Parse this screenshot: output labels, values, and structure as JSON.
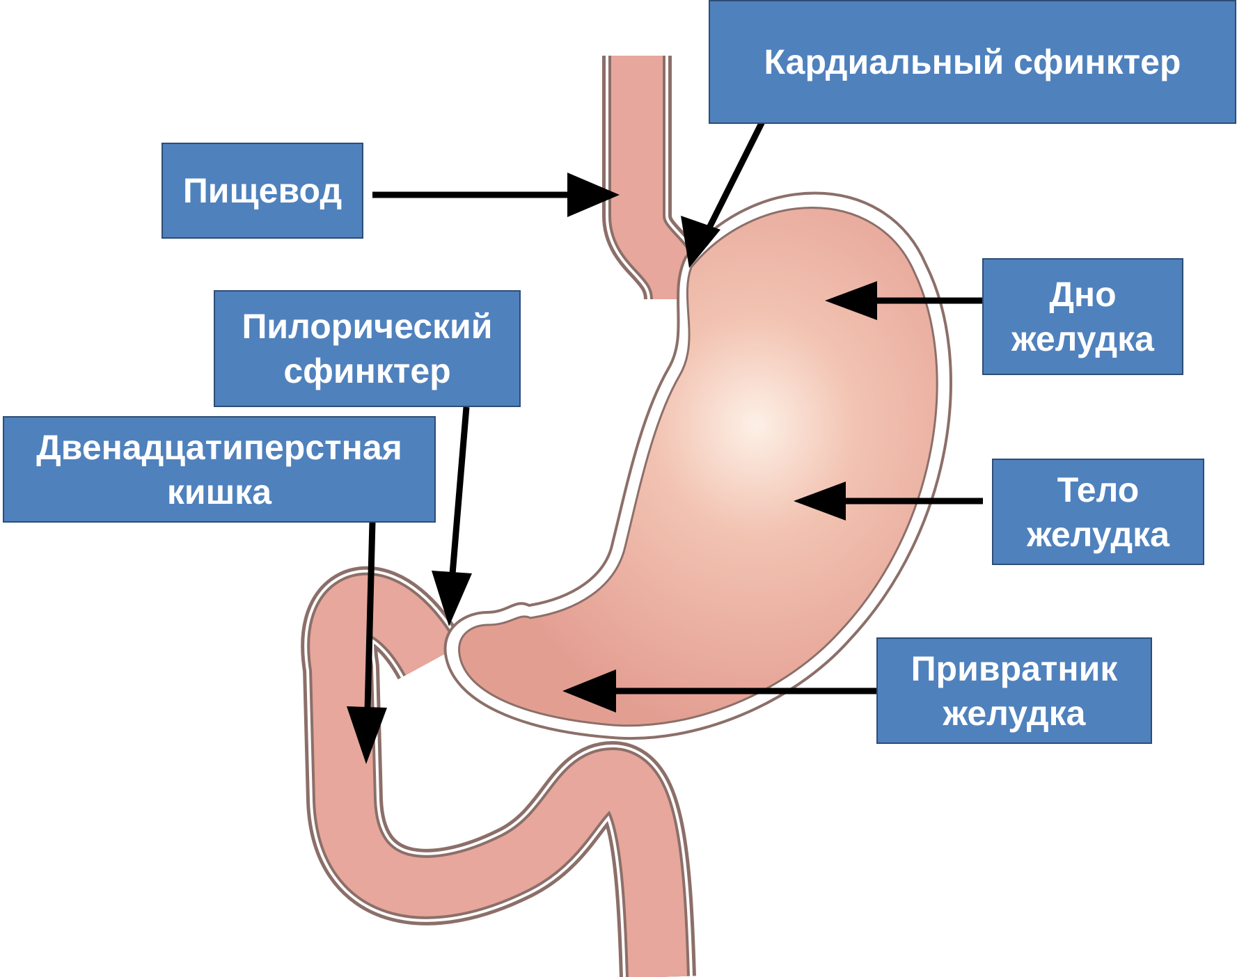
{
  "labels": {
    "cardiac_sphincter": "Кардиальный сфинктер",
    "esophagus": "Пищевод",
    "fundus": [
      "Дно",
      "желудка"
    ],
    "pyloric_sphincter": [
      "Пилорический",
      "сфинктер"
    ],
    "duodenum": [
      "Двенадцатиперстная",
      "кишка"
    ],
    "body": [
      "Тело",
      "желудка"
    ],
    "pylorus": [
      "Привратник",
      "желудка"
    ]
  },
  "colors": {
    "label_fill": "#4f81bd",
    "label_border": "#2c4d75",
    "label_text": "#ffffff",
    "organ_fill": "#e7a79c",
    "organ_highlight": "#fbe3d3",
    "organ_outline": "#8c6f69",
    "arrow": "#000000"
  }
}
